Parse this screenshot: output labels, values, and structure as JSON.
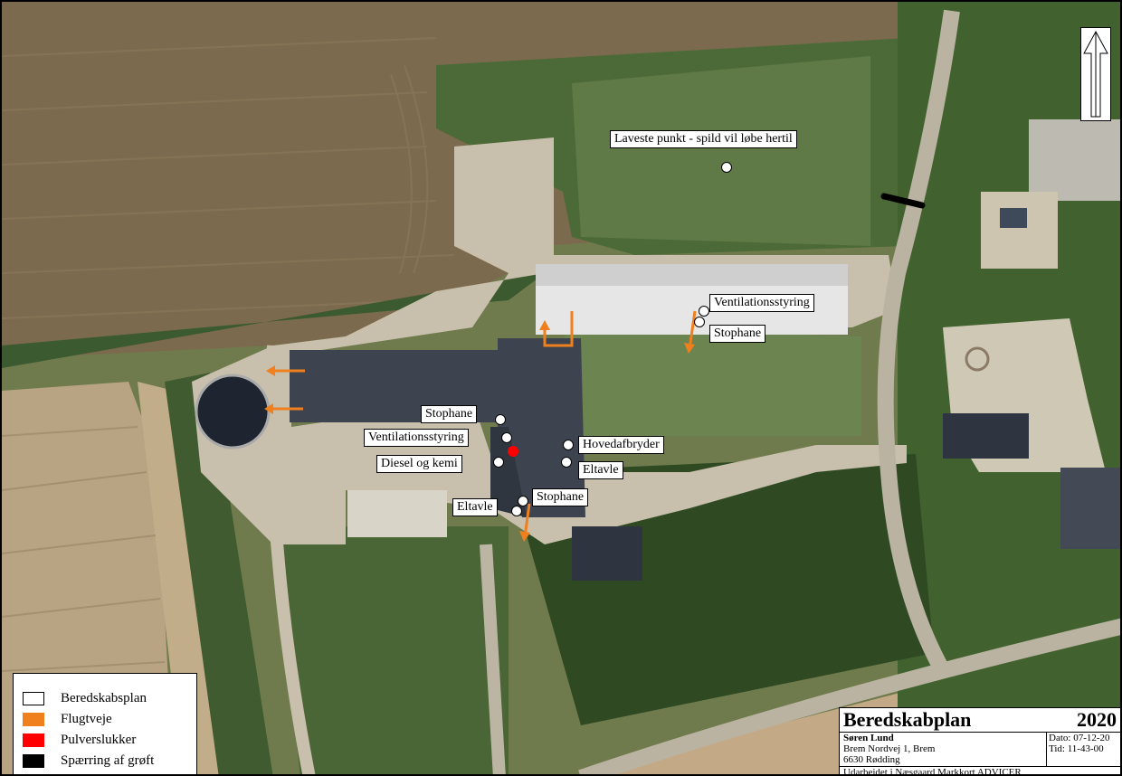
{
  "map": {
    "labels": {
      "lowest_point": "Laveste punkt - spild vil løbe hertil",
      "ventilation_east": "Ventilationsstyring",
      "stopcock_east": "Stophane",
      "stopcock_center": "Stophane",
      "ventilation_center": "Ventilationsstyring",
      "diesel": "Diesel og kemi",
      "main_switch": "Hovedafbryder",
      "switchboard_east": "Eltavle",
      "switchboard_south": "Eltavle",
      "stopcock_south": "Stophane"
    },
    "colors": {
      "escape_route": "#f07f1e",
      "extinguisher": "#ff0000",
      "ditch_barrier": "#000000",
      "plan_marker": "#ffffff"
    }
  },
  "legend": {
    "items": [
      {
        "label": "Beredskabsplan",
        "color": "#ffffff"
      },
      {
        "label": "Flugtveje",
        "color": "#f07f1e"
      },
      {
        "label": "Pulverslukker",
        "color": "#ff0000"
      },
      {
        "label": "Spærring af grøft",
        "color": "#000000"
      }
    ]
  },
  "titleblock": {
    "title": "Beredskabplan",
    "year": "2020",
    "owner": "Søren Lund",
    "address1": "Brem Nordvej 1, Brem",
    "address2": "6630 Rødding",
    "date": "Dato: 07-12-20",
    "time": "Tid: 11-43-00",
    "credit": "Udarbejdet i Næsgaard Markkort ADVICER"
  },
  "north_arrow_icon": "north-arrow-icon"
}
